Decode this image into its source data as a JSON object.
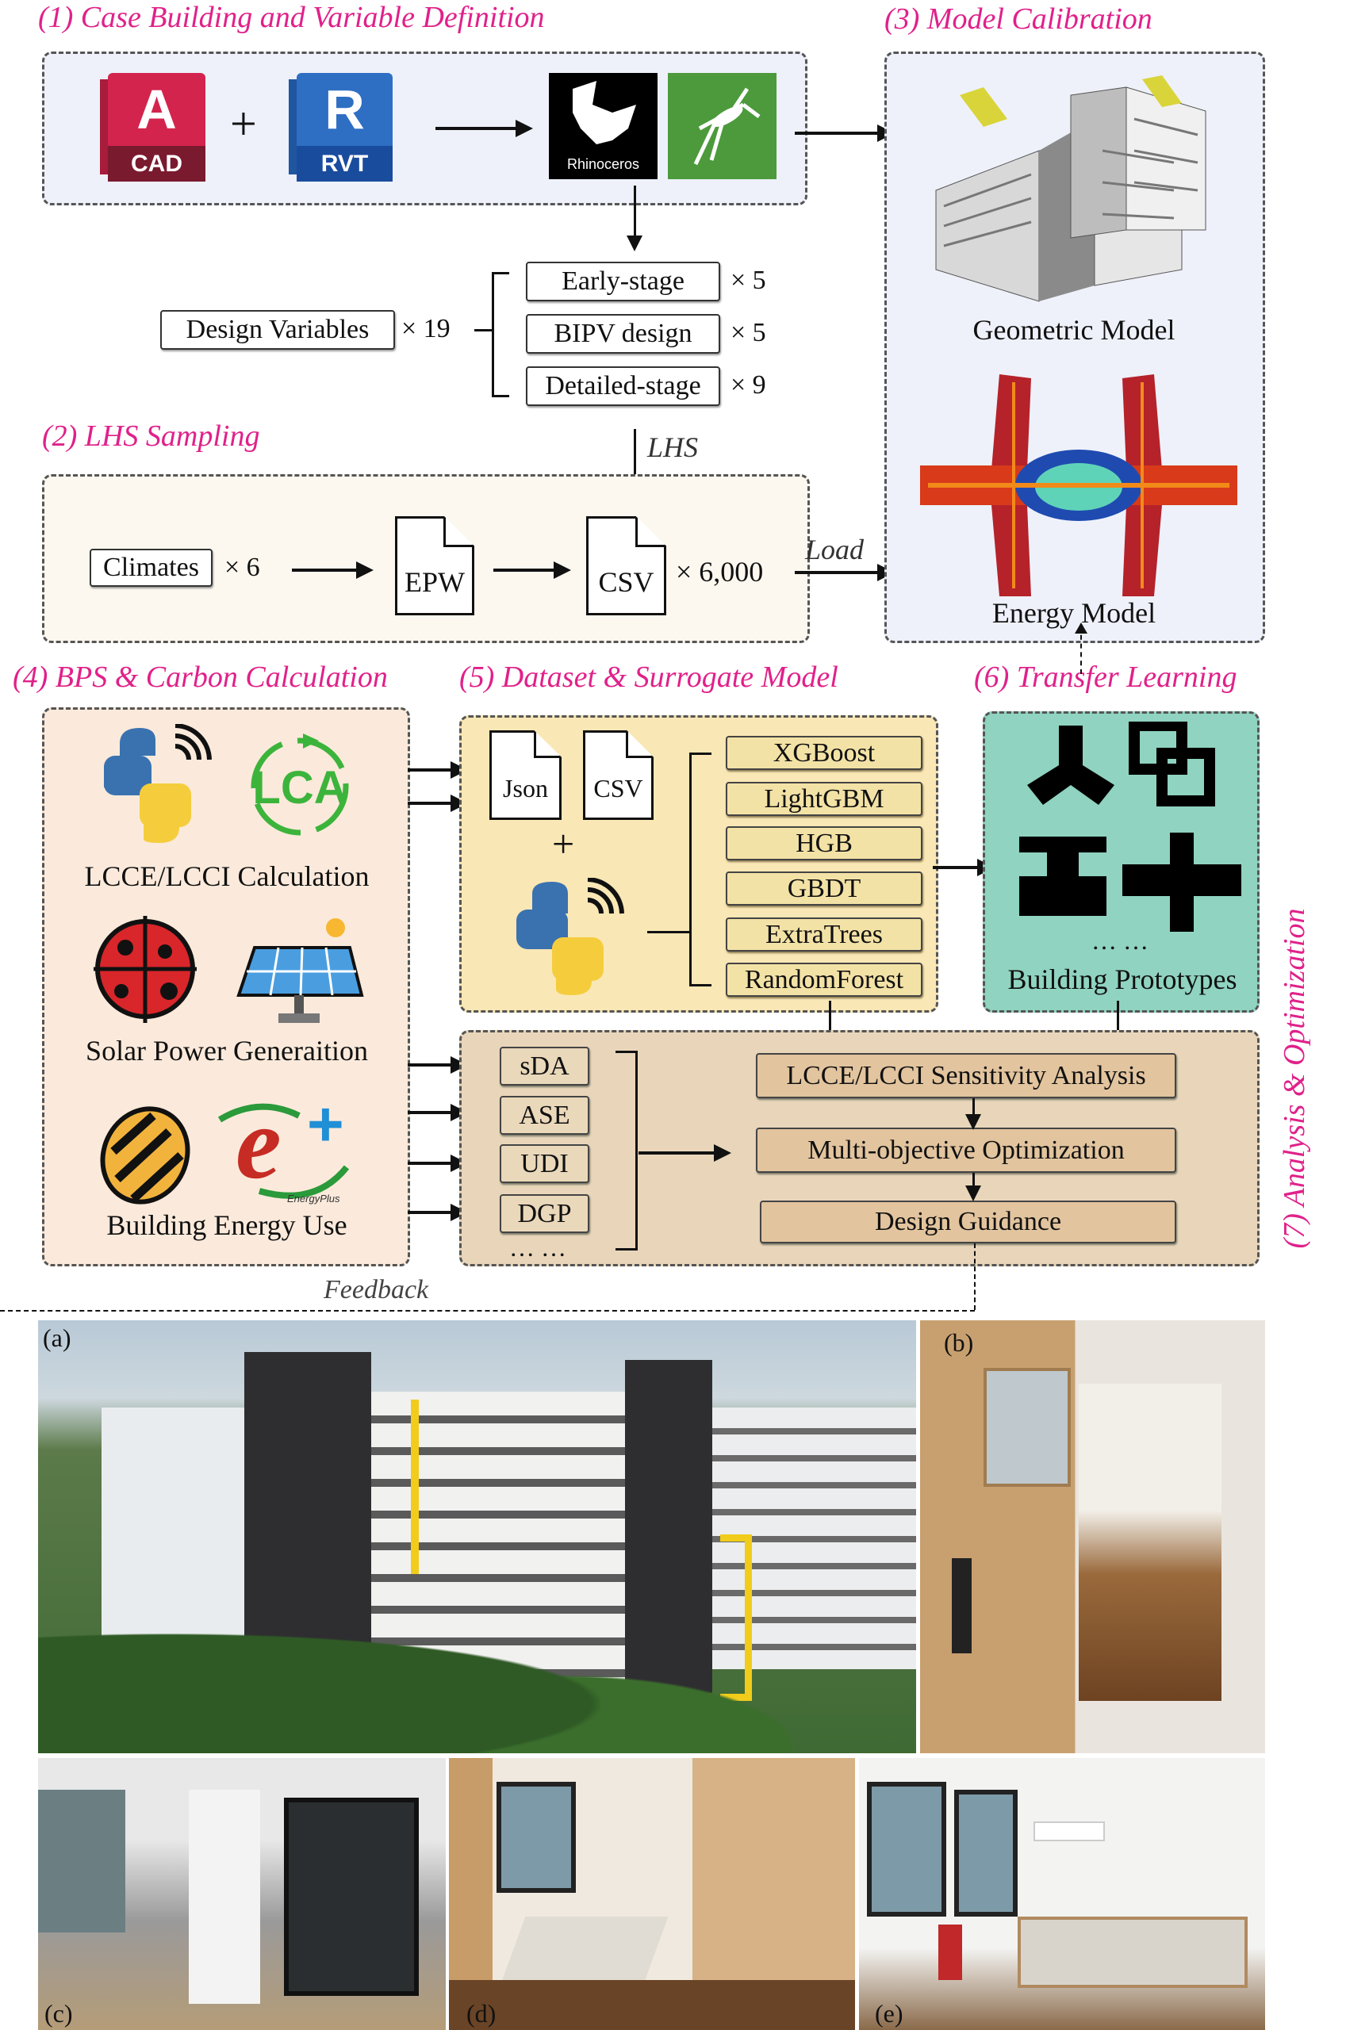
{
  "sections": {
    "s1": "(1) Case Building and Variable Definition",
    "s2": "(2) LHS Sampling",
    "s3": "(3) Model Calibration",
    "s4": "(4) BPS & Carbon Calculation",
    "s5": "(5) Dataset & Surrogate Model",
    "s6": "(6) Transfer Learning",
    "s7": "(7) Analysis & Optimization"
  },
  "tools": {
    "cad": "CAD",
    "cad_letter": "A",
    "rvt": "RVT",
    "rvt_letter": "R",
    "rhino": "Rhinoceros",
    "plus": "+"
  },
  "variables": {
    "design": "Design Variables",
    "design_mult": "× 19",
    "groups": [
      {
        "label": "Early-stage",
        "mult": "× 5"
      },
      {
        "label": "BIPV design",
        "mult": "× 5"
      },
      {
        "label": "Detailed-stage",
        "mult": "× 9"
      }
    ]
  },
  "lhs": {
    "arrow_label": "LHS",
    "climates": "Climates",
    "climates_mult": "× 6",
    "epw": "EPW",
    "csv": "CSV",
    "csv_mult": "× 6,000",
    "load_label": "Load"
  },
  "calibration": {
    "geometric": "Geometric Model",
    "energy": "Energy Model"
  },
  "bps": {
    "lcce": "LCCE/LCCI Calculation",
    "lca": "LCA",
    "solar": "Solar Power Generaition",
    "energy": "Building Energy Use",
    "energyplus": "EnergyPlus"
  },
  "dataset": {
    "json": "Json",
    "csv": "CSV",
    "plus": "+",
    "models": [
      "XGBoost",
      "LightGBM",
      "HGB",
      "GBDT",
      "ExtraTrees",
      "RandomForest"
    ]
  },
  "transfer": {
    "ellipsis": "… …",
    "label": "Building Prototypes"
  },
  "analysis": {
    "metrics": [
      "sDA",
      "ASE",
      "UDI",
      "DGP"
    ],
    "ellipsis": "… …",
    "steps": [
      "LCCE/LCCI Sensitivity Analysis",
      "Multi-objective Optimization",
      "Design Guidance"
    ]
  },
  "feedback": "Feedback",
  "photos": [
    "(a)",
    "(b)",
    "(c)",
    "(d)",
    "(e)"
  ],
  "colors": {
    "title": "#e0218a",
    "box1": "#eef1fa",
    "box2": "#fdf8ef",
    "box4": "#fbeadb",
    "box5": "#f9e7b5",
    "box6": "#8fd3c0",
    "box7": "#e9d6ba"
  }
}
